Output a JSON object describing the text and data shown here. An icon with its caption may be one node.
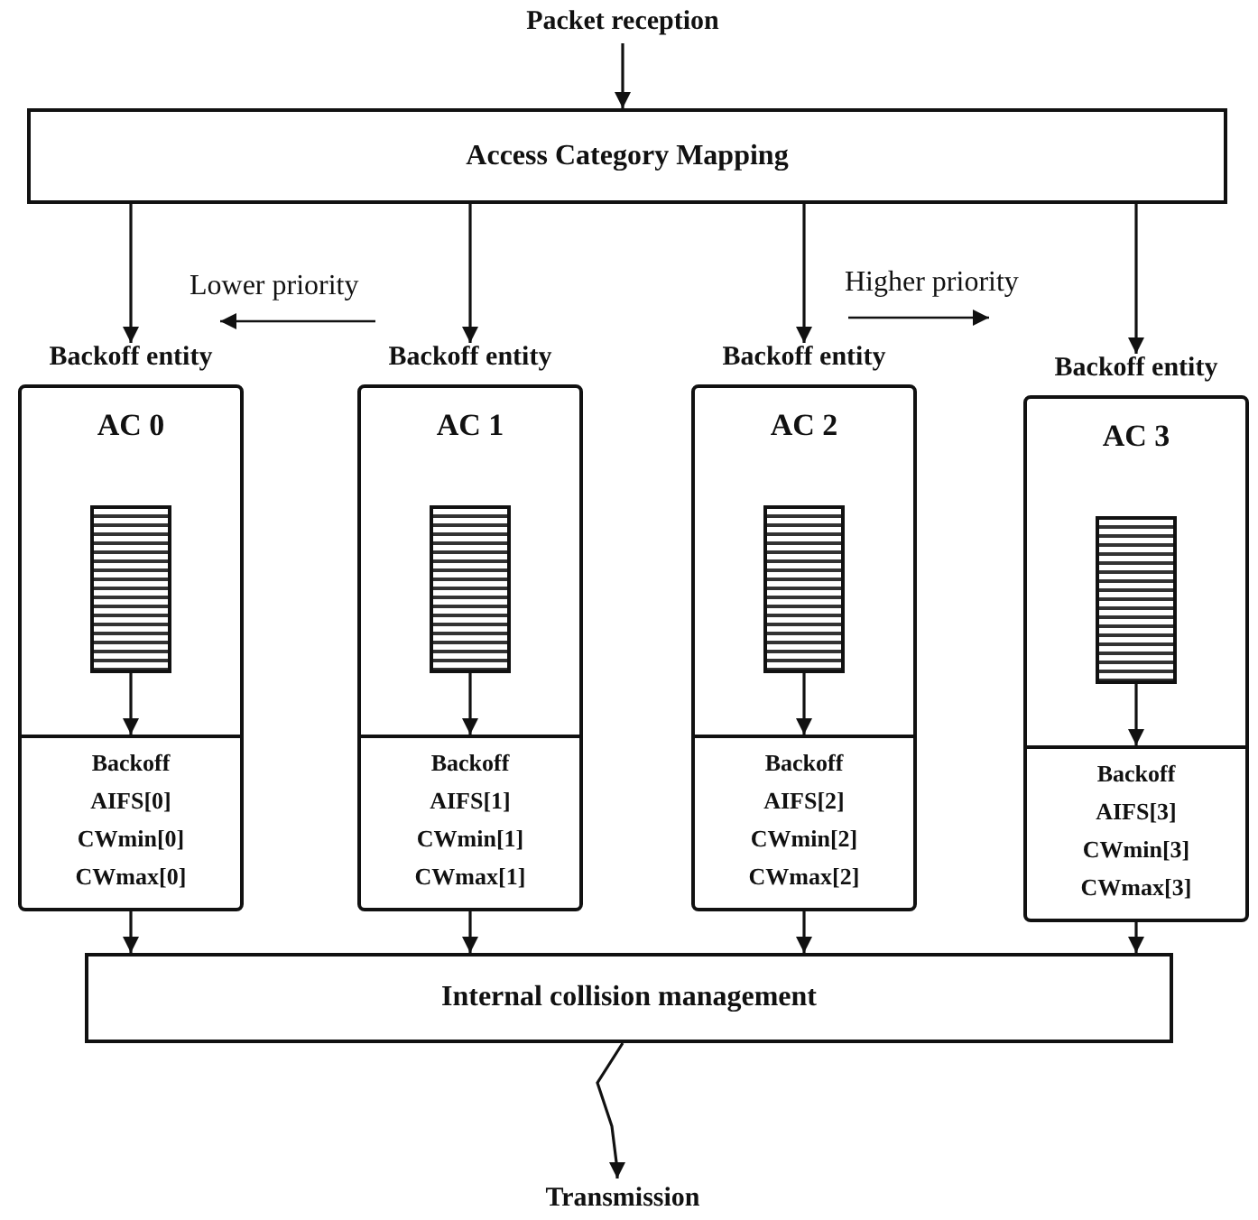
{
  "diagram": {
    "nodes": [
      {
        "text": [
          "Packet reception"
        ]
      },
      {
        "text": [
          "Access Category Mapping"
        ]
      },
      {
        "text": [
          "Backoff entity",
          "AC 0"
        ]
      },
      {
        "text": [],
        "shape": "box",
        "in": 2
      },
      {
        "text": [
          "Backoff",
          "AIFS[0]",
          "CWmin[0]",
          "CWmax[0]"
        ],
        "in": 2
      },
      {
        "text": [
          "Backoff entity",
          "AC 1"
        ]
      },
      {
        "text": [],
        "shape": "box",
        "in": 5
      },
      {
        "text": [
          "Backoff",
          "AIFS[1]",
          "CWmin[1]",
          "CWmax[1]"
        ],
        "in": 5
      },
      {
        "text": [
          "Backoff entity",
          "AC 2"
        ]
      },
      {
        "text": [],
        "shape": "box",
        "in": 8
      },
      {
        "text": [
          "Backoff",
          "AIFS[2]",
          "CWmin[2]",
          "CWmax[2]"
        ],
        "in": 8
      },
      {
        "text": [
          "Backoff entity",
          "AC 3"
        ]
      },
      {
        "text": [],
        "shape": "box",
        "in": 11
      },
      {
        "text": [
          "Backoff",
          "AIFS[3]",
          "CWmin[3]",
          "CWmax[3]"
        ],
        "in": 11
      },
      {
        "text": [
          "Internal collision management"
        ]
      },
      {
        "text": [
          "Transmission"
        ]
      }
    ],
    "edges": [
      {
        "from": 0,
        "to": 1,
        "arrow": "to"
      },
      {
        "from": 1,
        "to": 2,
        "arrow": "to"
      },
      {
        "from": 1,
        "to": 5,
        "arrow": "to"
      },
      {
        "from": 1,
        "to": 8,
        "arrow": "to"
      },
      {
        "from": 1,
        "to": 11,
        "arrow": "to"
      },
      {
        "from": 3,
        "to": 4,
        "arrow": "to"
      },
      {
        "from": 6,
        "to": 7,
        "arrow": "to"
      },
      {
        "from": 9,
        "to": 10,
        "arrow": "to"
      },
      {
        "from": 12,
        "to": 13,
        "arrow": "to"
      },
      {
        "from": 4,
        "to": 14,
        "arrow": "to"
      },
      {
        "from": 7,
        "to": 14,
        "arrow": "to"
      },
      {
        "from": 10,
        "to": 14,
        "arrow": "to"
      },
      {
        "from": 13,
        "to": 14,
        "arrow": "to"
      },
      {
        "from": 14,
        "to": 15,
        "arrow": "to"
      }
    ],
    "labels": [
      "Lower priority",
      "Higher priority"
    ]
  }
}
